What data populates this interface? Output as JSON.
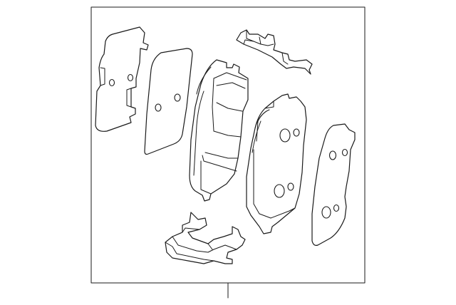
{
  "diagram": {
    "parts": [
      {
        "name": "outer-shim-left",
        "icon": "shim"
      },
      {
        "name": "inner-shim-left",
        "icon": "shim"
      },
      {
        "name": "brake-pad-inner",
        "icon": "brake-pad"
      },
      {
        "name": "brake-pad-outer",
        "icon": "brake-pad"
      },
      {
        "name": "shim-right",
        "icon": "shim"
      },
      {
        "name": "upper-clip",
        "icon": "clip"
      },
      {
        "name": "lower-clip",
        "icon": "clip"
      }
    ],
    "colors": {
      "line": "#1a1a1a",
      "background": "#ffffff"
    }
  }
}
